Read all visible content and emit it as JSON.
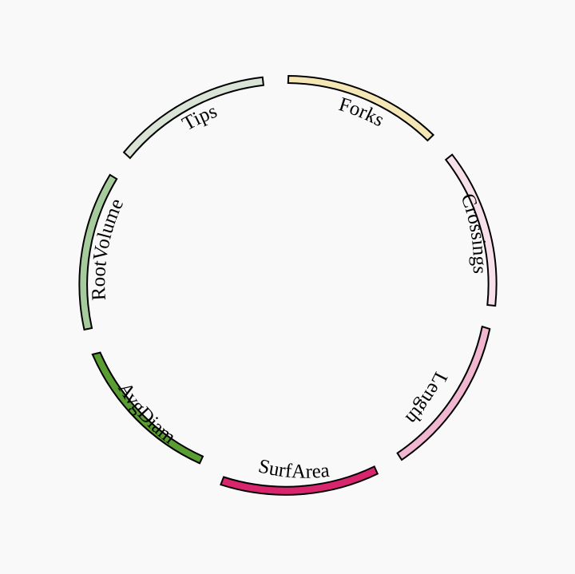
{
  "diagram": {
    "segments": [
      {
        "id": "forks",
        "label": "Forks",
        "color": "#f5e6b5"
      },
      {
        "id": "crossings",
        "label": "Crossings",
        "color": "#f7e0ea"
      },
      {
        "id": "length",
        "label": "Length",
        "color": "#f1b6d0"
      },
      {
        "id": "surfarea",
        "label": "SurfArea",
        "color": "#d9256e"
      },
      {
        "id": "avgdiam",
        "label": "AvgDiam",
        "color": "#5a9e33"
      },
      {
        "id": "rootvolume",
        "label": "RootVolume",
        "color": "#a6cc9d"
      },
      {
        "id": "tips",
        "label": "Tips",
        "color": "#d9e4d6"
      }
    ]
  }
}
